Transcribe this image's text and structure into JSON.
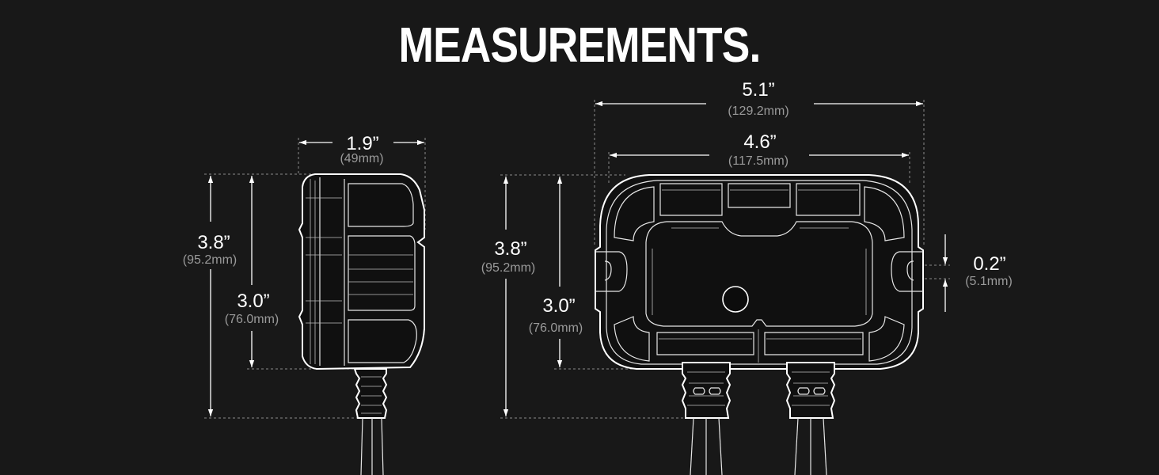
{
  "title": "MEASUREMENTS.",
  "side_view": {
    "width": {
      "value": "1.9”",
      "metric": "(49mm)"
    },
    "height_total": {
      "value": "3.8”",
      "metric": "(95.2mm)"
    },
    "height_body": {
      "value": "3.0”",
      "metric": "(76.0mm)"
    }
  },
  "front_view": {
    "width_total": {
      "value": "5.1”",
      "metric": "(129.2mm)"
    },
    "width_body": {
      "value": "4.6”",
      "metric": "(117.5mm)"
    },
    "height_total": {
      "value": "3.8”",
      "metric": "(95.2mm)"
    },
    "height_body": {
      "value": "3.0”",
      "metric": "(76.0mm)"
    },
    "tab_depth": {
      "value": "0.2”",
      "metric": "(5.1mm)"
    }
  },
  "colors": {
    "background": "#181818",
    "line": "#ffffff",
    "sub_text": "#9a9a9a"
  }
}
